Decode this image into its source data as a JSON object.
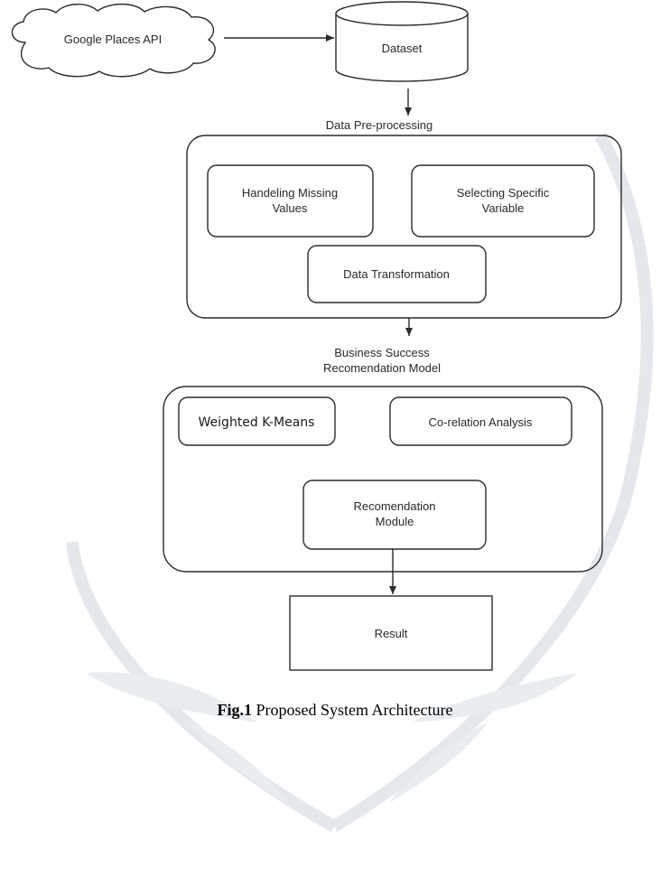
{
  "diagram": {
    "source": "Google Places API",
    "dataset": "Dataset",
    "preprocessing": {
      "title": "Data Pre-processing",
      "missing_line1": "Handeling Missing",
      "missing_line2": "Values",
      "select_line1": "Selecting Specific",
      "select_line2": "Variable",
      "transform": "Data Transformation"
    },
    "model": {
      "title_line1": "Business Success",
      "title_line2": "Recomendation Model",
      "kmeans": "Weighted K-Means",
      "correlation": "Co-relation Analysis",
      "recommend_line1": "Recomendation",
      "recommend_line2": "Module"
    },
    "result": "Result"
  },
  "caption": {
    "label": "Fig.1",
    "text": "Proposed System Architecture"
  },
  "colors": {
    "stroke": "#2b2b2b",
    "watermark": "#e4e8ec"
  }
}
